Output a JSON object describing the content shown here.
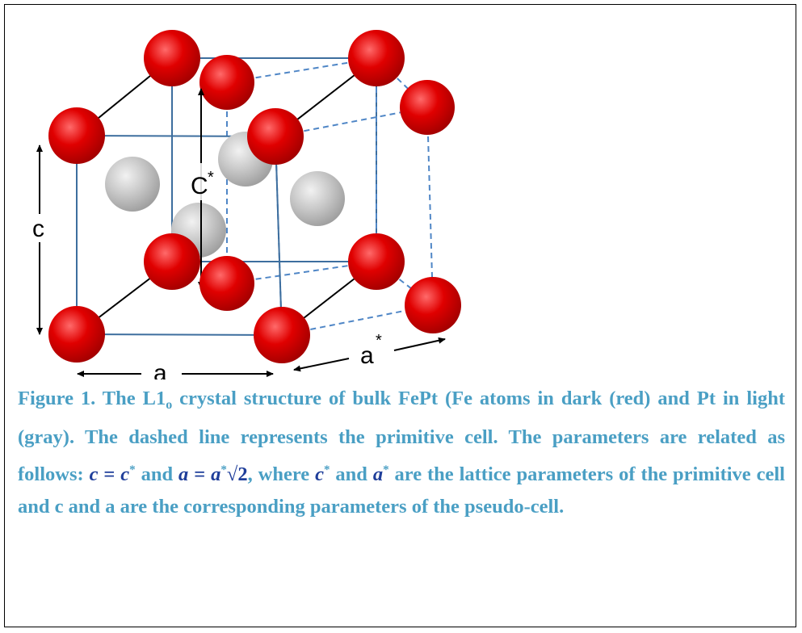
{
  "figure": {
    "labels": {
      "c": "c",
      "c_star": "C",
      "c_star_sup": "*",
      "a": "a",
      "a_star": "a",
      "a_star_sup": "*"
    },
    "colors": {
      "fe_atom": "#e00000",
      "pt_atom": "#c8c8c8",
      "cell_line": "#3d6e9e",
      "dashed_line": "#4f86c6",
      "bond_line": "#000000",
      "caption": "#4a9fc4",
      "math": "#1f3e9a"
    }
  },
  "caption": {
    "prefix": "Figure 1. The L1",
    "prefix_sub": "o",
    "body1": " crystal structure of bulk FePt (Fe atoms in dark (red) and Pt in light (gray). The dashed line represents the primitive cell. The parameters are related as follows: ",
    "eq1_lhs": "c",
    "eq_sign": " = ",
    "eq1_rhs": "c",
    "eq1_rhs_sup": "*",
    "and1": " and ",
    "eq2_lhs": "a",
    "eq2_rhs": "a",
    "eq2_rhs_sup": "*",
    "sqrt": "√2",
    "comma": ",",
    "where": " where ",
    "c_star": "c",
    "c_star_sup": "*",
    "and2": " and ",
    "a_star": "a",
    "a_star_sup": "*",
    "body2": " are the lattice parameters of the primitive cell and c and a are the corresponding parameters of the pseudo-cell."
  }
}
